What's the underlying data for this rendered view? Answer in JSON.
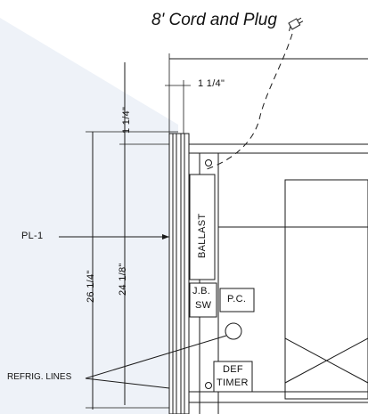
{
  "title": "8' Cord and Plug",
  "labels": {
    "dim_overall": "26 1/4\"",
    "dim_inner": "24 1/8\"",
    "dim_top_vertical": "1 1/4\"",
    "dim_top_horizontal": "1 1/4\"",
    "plate": "PL-1",
    "ballast": "BALLAST",
    "jb_line1": "J.B.",
    "jb_line2": "SW",
    "pc": "P.C.",
    "def_line1": "DEF",
    "def_line2": "TIMER",
    "refrig": "REFRIG. LINES"
  },
  "colors": {
    "line": "#1a1a1a",
    "tint": "#e9eef7"
  },
  "icons": {
    "plug": "plug-icon"
  }
}
